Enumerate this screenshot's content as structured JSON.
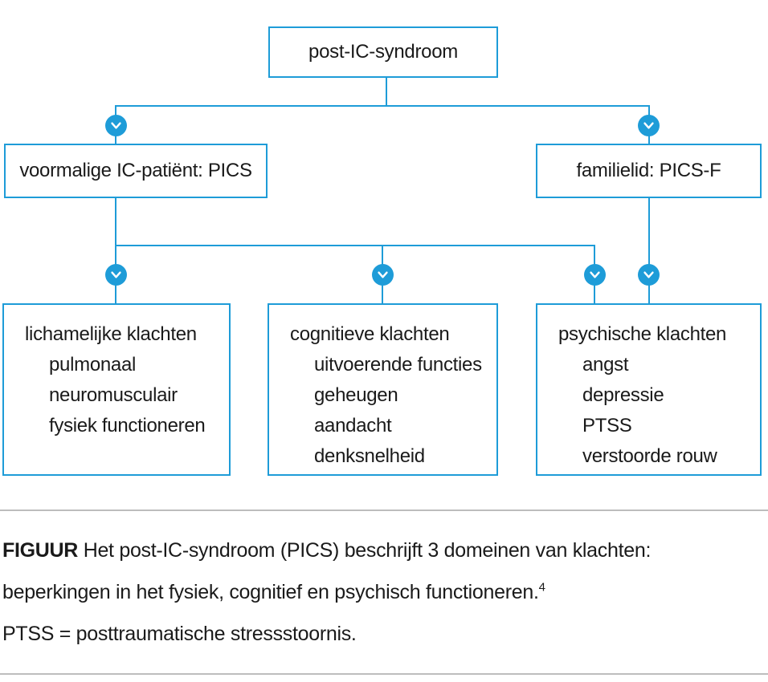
{
  "diagram": {
    "root": {
      "label": "post-IC-syndroom"
    },
    "level2": [
      {
        "label": "voormalige IC-patiënt: PICS"
      },
      {
        "label": "familielid: PICS-F"
      }
    ],
    "domains": [
      {
        "title": "lichamelijke klachten",
        "items": [
          "pulmonaal",
          "neuromusculair",
          "fysiek functioneren"
        ]
      },
      {
        "title": "cognitieve klachten",
        "items": [
          "uitvoerende functies",
          "geheugen",
          "aandacht",
          "denksnelheid"
        ]
      },
      {
        "title": "psychische klachten",
        "items": [
          "angst",
          "depressie",
          "PTSS",
          "verstoorde rouw"
        ]
      }
    ],
    "connector_icon": "chevron-down-icon"
  },
  "caption": {
    "label": "FIGUUR",
    "line1": "Het post-IC-syndroom (PICS) beschrijft 3 domeinen van klachten:",
    "line2": "beperkingen in het fysiek, cognitief en psychisch functioneren.",
    "line2_superscript": "4",
    "line3": "PTSS = posttraumatische stressstoornis."
  },
  "colors": {
    "accent_blue": "#1e9cd8",
    "text": "#1a1a1a",
    "rule_gray": "#bdbdbd",
    "background": "#ffffff"
  }
}
